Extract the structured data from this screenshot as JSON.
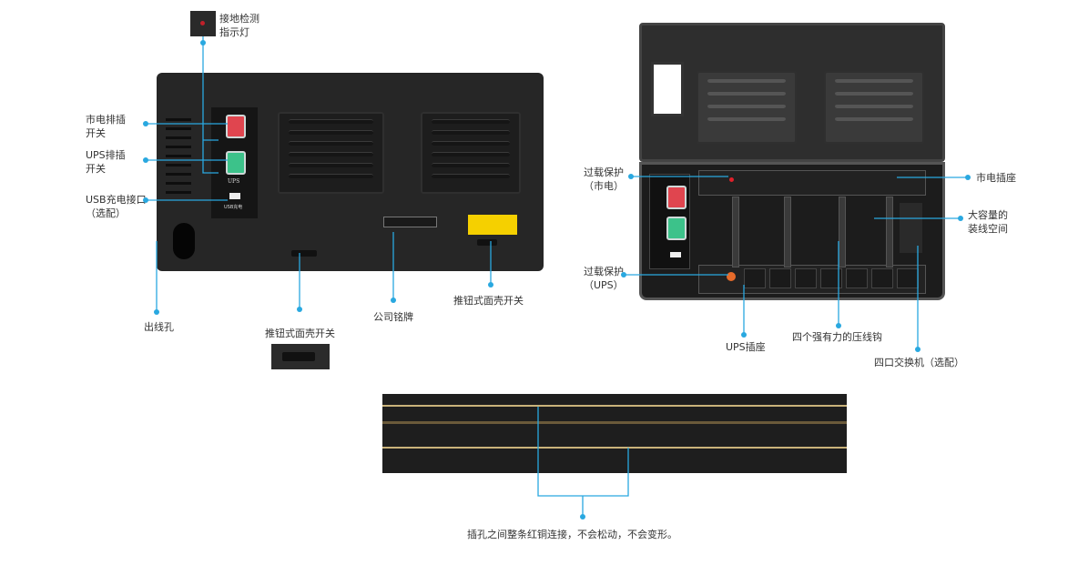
{
  "left_device": {
    "indicator_label": [
      "接地检测",
      "指示灯"
    ],
    "mains_switch_label": [
      "市电排插",
      "开关"
    ],
    "ups_switch_label": [
      "UPS排插",
      "开关"
    ],
    "usb_label": [
      "USB充电接口",
      "（选配）"
    ],
    "cable_hole_label": "出线孔",
    "push_switch_bottom_label": "推钮式面壳开关",
    "nameplate_label": "公司铭牌",
    "push_switch_right_label": "推钮式面壳开关",
    "panel_ups_text": "UPS",
    "panel_usb_text": "USB充电"
  },
  "right_device": {
    "overload_mains_label": [
      "过载保护",
      "（市电）"
    ],
    "mains_socket_label": "市电插座",
    "cable_space_label": [
      "大容量的",
      "装线空间"
    ],
    "overload_ups_label": [
      "过载保护",
      "（UPS）"
    ],
    "ups_socket_label": "UPS插座",
    "hooks_label": "四个强有力的压线钩",
    "switch_label": "四口交换机（选配）"
  },
  "bottom": {
    "caption": "插孔之间整条红铜连接，不会松动，不会变形。"
  },
  "colors": {
    "callout": "#29a8e0",
    "red_switch": "#e0454f",
    "green_switch": "#3cc28a"
  }
}
